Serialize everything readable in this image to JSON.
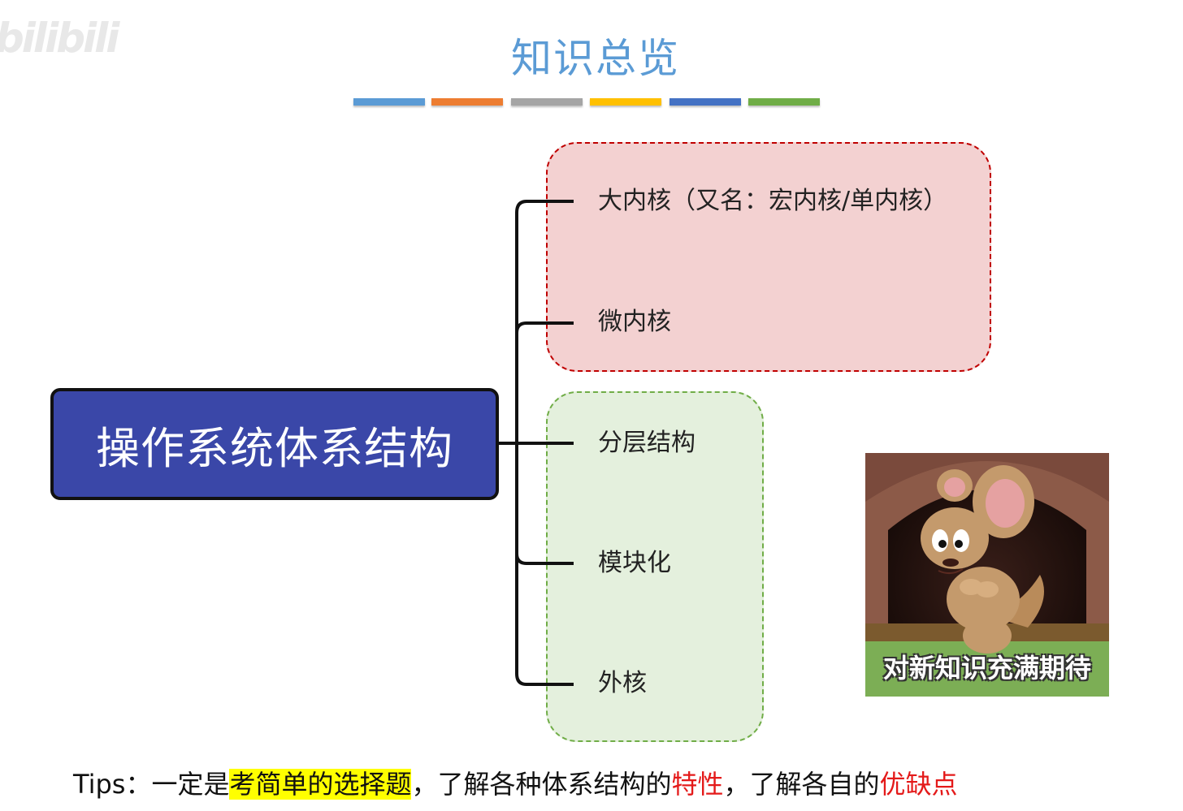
{
  "watermark": "bilibili",
  "header": {
    "title": "知识总览",
    "color_bars": [
      "#5b9bd5",
      "#ed7d31",
      "#a5a5a5",
      "#ffc000",
      "#4472c4",
      "#70ad47"
    ]
  },
  "diagram": {
    "root": {
      "label": "操作系统体系结构",
      "fill": "#3a47a8"
    },
    "groups": {
      "kernel": {
        "fill": "#f3d1d1",
        "border": "#c00000"
      },
      "modular": {
        "fill": "#e4f0dd",
        "border": "#70ad47"
      }
    },
    "leaves": [
      "大内核（又名：宏内核/单内核）",
      "微内核",
      "分层结构",
      "模块化",
      "外核"
    ]
  },
  "meme": {
    "caption": "对新知识充满期待"
  },
  "tips": {
    "prefix": "Tips：一定是",
    "highlight": "考简单的选择题",
    "mid1": "，了解各种体系结构的",
    "red1": "特性",
    "mid2": "，了解各自的",
    "red2": "优缺点"
  }
}
